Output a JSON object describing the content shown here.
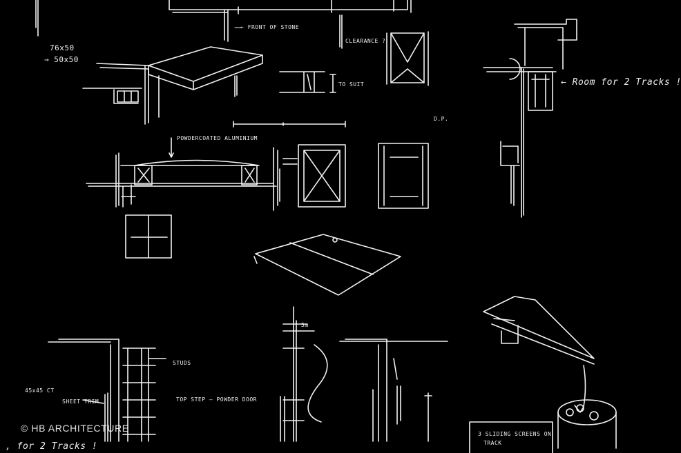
{
  "watermark": "© HB ARCHITECTURE",
  "notes": {
    "dims": "76x50",
    "dims2": "→ 50x50",
    "front": "← FRONT OF STONE",
    "clearance": "CLEARANCE ?",
    "to_suit": "TO SUIT",
    "powder": "POWDERCOATED ALUMINIUM",
    "dia": "D.P.",
    "room_for_tracks": "← Room for 2 Tracks !",
    "tracks_left": ", for 2 Tracks !",
    "studs": "STUDS",
    "leftlabel": "45x45 CT",
    "sheet": "SHEET TRIM",
    "topstep": "TOP STEP – POWDER DOOR",
    "sliding": "3 SLIDING SCREENS ON",
    "sliding2": "TRACK",
    "dim5": "5m"
  },
  "colors": {
    "background": "#000000",
    "ink": "#f2f2f2"
  }
}
